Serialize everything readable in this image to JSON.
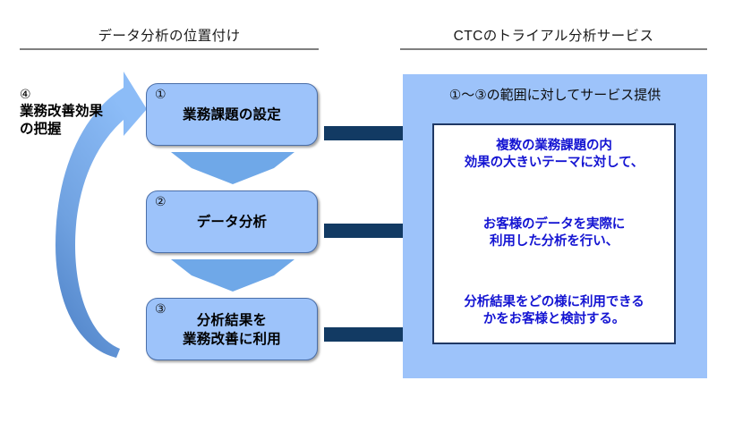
{
  "columns": {
    "left_title": "データ分析の位置付け",
    "right_title": "CTCのトライアル分析サービス"
  },
  "flow": {
    "steps": [
      {
        "number": "①",
        "label": "業務課題の設定"
      },
      {
        "number": "②",
        "label": "データ分析"
      },
      {
        "number": "③",
        "label_line1": "分析結果を",
        "label_line2": "業務改善に利用"
      }
    ],
    "feedback": {
      "number": "④",
      "label_line1": "業務改善効果",
      "label_line2": "の把握"
    }
  },
  "service_panel": {
    "heading": "①～③の範囲に対してサービス提供",
    "blocks": [
      {
        "line1": "複数の業務課題の内",
        "line2": "効果の大きいテーマに対して、"
      },
      {
        "line1": "お客様のデータを実際に",
        "line2": "利用した分析を行い、"
      },
      {
        "line1": "分析結果をどの様に利用できる",
        "line2": "かをお客様と検討する。"
      }
    ]
  },
  "colors": {
    "box_fill": "#9DC3FA",
    "box_stroke": "#4A6EA8",
    "panel_fill": "#9DC3FA",
    "inner_border": "#1F3864",
    "blue_text": "#1414D2",
    "navy_arrow": "#123A63",
    "chevron": "#6FA8E8",
    "rule": "#7F7F7F"
  }
}
